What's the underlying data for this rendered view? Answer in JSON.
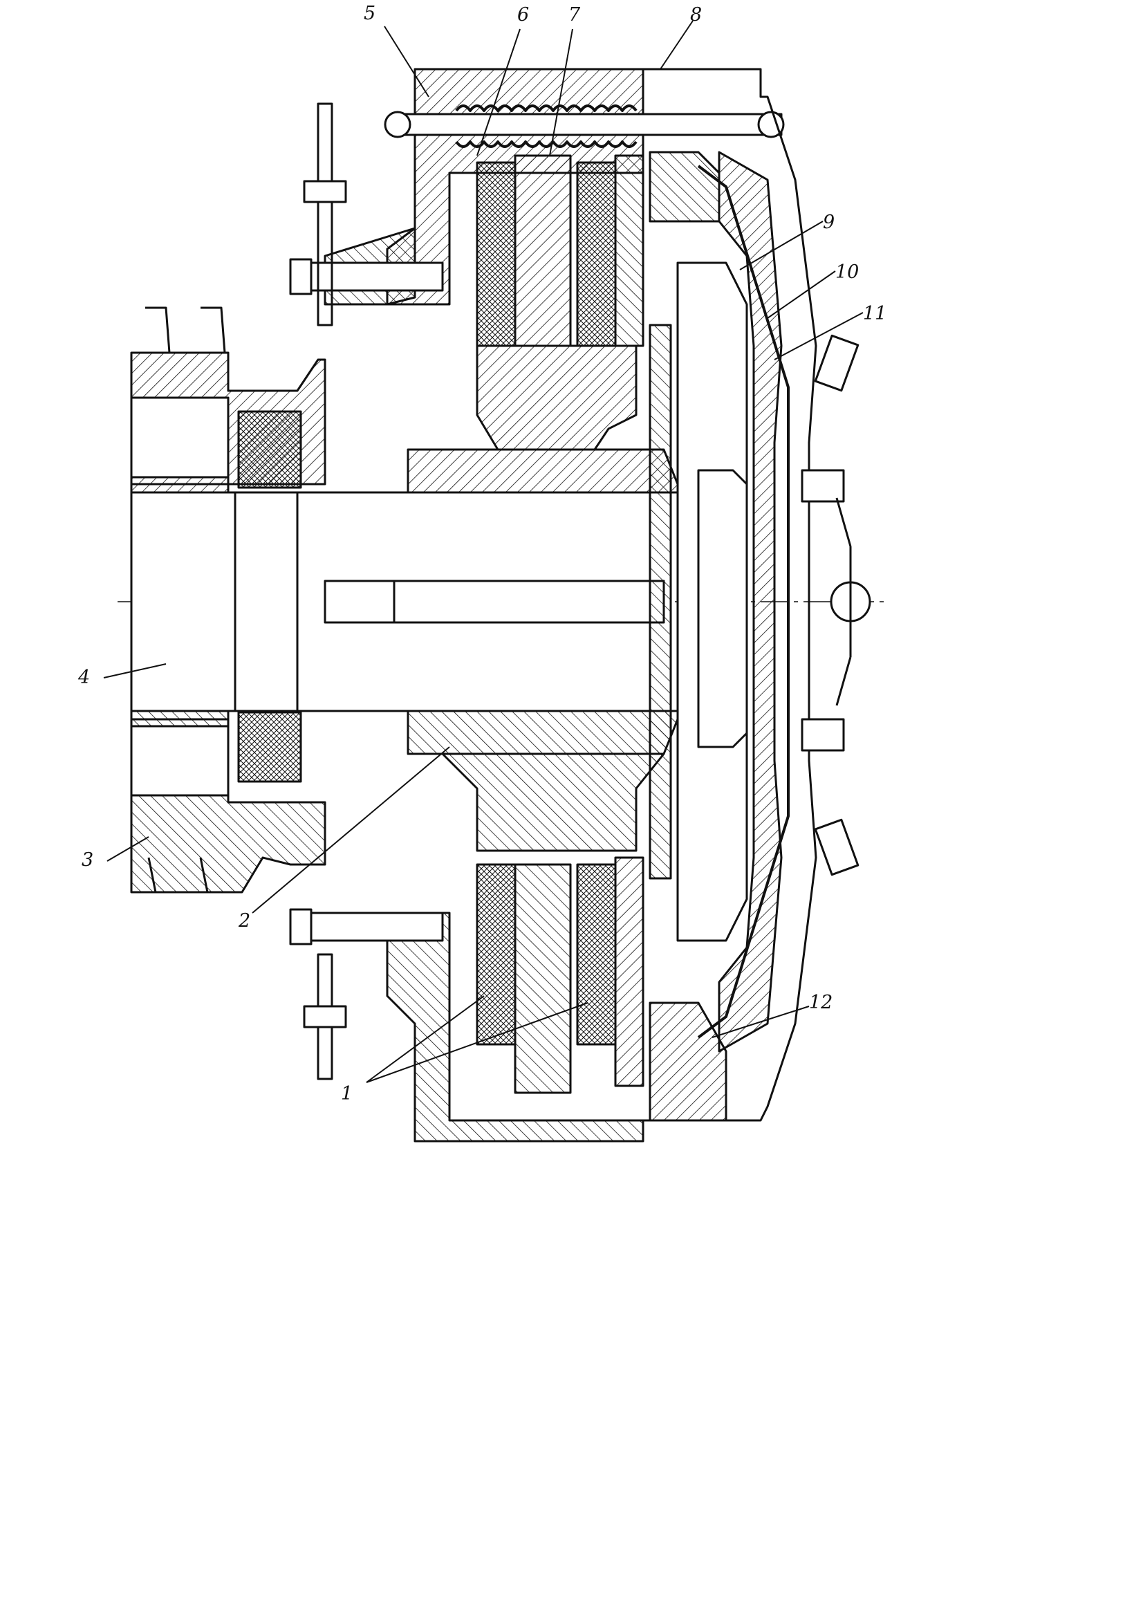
{
  "figure": {
    "description_colors": {
      "ink": "#111111",
      "paper": "#ffffff"
    },
    "callouts": [
      {
        "id": "c1",
        "text": "1"
      },
      {
        "id": "c2",
        "text": "2"
      },
      {
        "id": "c3",
        "text": "3"
      },
      {
        "id": "c4",
        "text": "4"
      },
      {
        "id": "c5",
        "text": "5"
      },
      {
        "id": "c6",
        "text": "6"
      },
      {
        "id": "c7",
        "text": "7"
      },
      {
        "id": "c8",
        "text": "8"
      },
      {
        "id": "c9",
        "text": "9"
      },
      {
        "id": "c10",
        "text": "10"
      },
      {
        "id": "c11",
        "text": "11"
      },
      {
        "id": "c12",
        "text": "12"
      }
    ]
  }
}
